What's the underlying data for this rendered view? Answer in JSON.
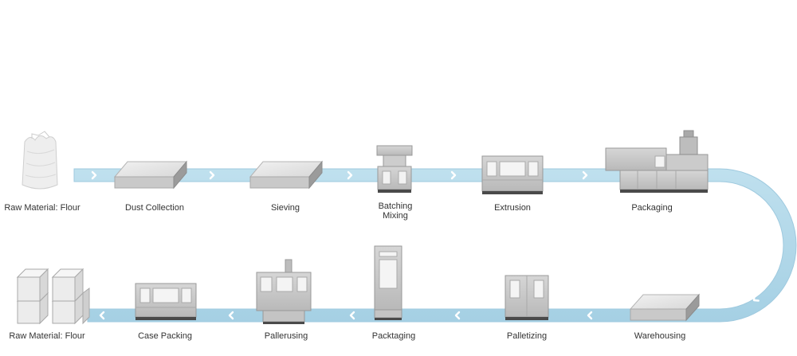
{
  "colors": {
    "belt": "#aed6e8",
    "belt_edge": "#8fc3db",
    "chevron": "#ffffff",
    "machine_light": "#d3d3d3",
    "machine_mid": "#bdbdbd",
    "machine_dark": "#4a4a4a",
    "window": "#f4f4f4",
    "label_text": "#333333"
  },
  "process": {
    "top_row": [
      {
        "id": "raw-material-flour",
        "label": "Raw Material: Flour",
        "icon": "flour-sack-icon"
      },
      {
        "id": "dust-collection",
        "label": "Dust Collection",
        "icon": "flat-tray-machine-icon"
      },
      {
        "id": "sieving",
        "label": "Sieving",
        "icon": "flat-tray-machine-icon"
      },
      {
        "id": "batching-mixing",
        "label": "Batching",
        "label2": "Mixing",
        "icon": "mixer-machine-icon"
      },
      {
        "id": "extrusion",
        "label": "Extrusion",
        "icon": "extruder-cabinet-icon"
      },
      {
        "id": "packaging",
        "label": "Packaging",
        "icon": "packaging-line-icon"
      }
    ],
    "bottom_row": [
      {
        "id": "raw-material-flour-boxes",
        "label": "Raw Material: Flour",
        "icon": "stacked-boxes-icon"
      },
      {
        "id": "case-packing",
        "label": "Case Packing",
        "icon": "case-packer-icon"
      },
      {
        "id": "pallerusing",
        "label": "Pallerusing",
        "icon": "palletizer-tower-icon"
      },
      {
        "id": "packtaging",
        "label": "Packtaging",
        "icon": "tall-wrapper-icon"
      },
      {
        "id": "palletizing",
        "label": "Palletizing",
        "icon": "palletizer-cabinet-icon"
      },
      {
        "id": "warehousing",
        "label": "Warehousing",
        "icon": "flat-tray-machine-icon"
      }
    ]
  }
}
